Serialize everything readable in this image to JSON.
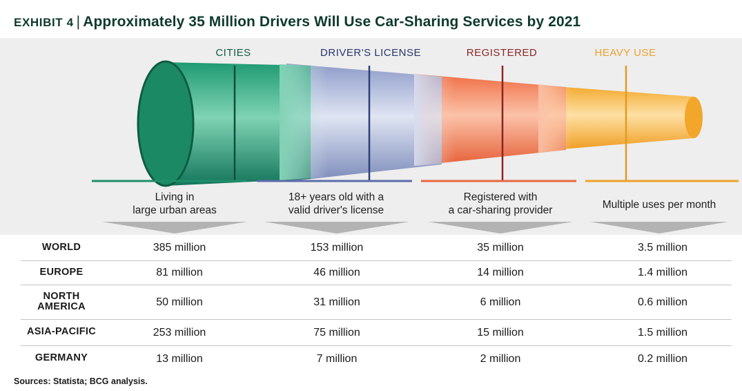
{
  "header": {
    "exhibit_label": "EXHIBIT 4",
    "separator": "|",
    "title": "Approximately 35 Million Drivers Will Use Car-Sharing Services by 2021"
  },
  "chart_data": {
    "type": "table",
    "title": "Approximately 35 Million Drivers Will Use Car-Sharing Services by 2021",
    "stages": [
      {
        "name": "CITIES",
        "description": [
          "Living in",
          "large urban areas"
        ],
        "color": "#1f8f69"
      },
      {
        "name": "DRIVER'S LICENSE",
        "description": [
          "18+ years old with a",
          "valid driver's license"
        ],
        "color": "#5b6ca8"
      },
      {
        "name": "REGISTERED",
        "description": [
          "Registered with",
          "a car-sharing provider"
        ],
        "color": "#e4683f"
      },
      {
        "name": "HEAVY USE",
        "description": [
          "Multiple uses per month"
        ],
        "color": "#eea12a"
      }
    ],
    "rows": [
      {
        "region": [
          "WORLD"
        ],
        "values": [
          "385 million",
          "153 million",
          "35 million",
          "3.5 million"
        ]
      },
      {
        "region": [
          "EUROPE"
        ],
        "values": [
          "81 million",
          "46 million",
          "14 million",
          "1.4 million"
        ]
      },
      {
        "region": [
          "NORTH",
          "AMERICA"
        ],
        "values": [
          "50 million",
          "31 million",
          "6 million",
          "0.6 million"
        ]
      },
      {
        "region": [
          "ASIA-PACIFIC"
        ],
        "values": [
          "253 million",
          "75 million",
          "15 million",
          "1.5 million"
        ]
      },
      {
        "region": [
          "GERMANY"
        ],
        "values": [
          "13 million",
          "7 million",
          "2 million",
          "0.2 million"
        ]
      }
    ]
  },
  "footer": {
    "sources": "Sources: Statista; BCG analysis."
  }
}
